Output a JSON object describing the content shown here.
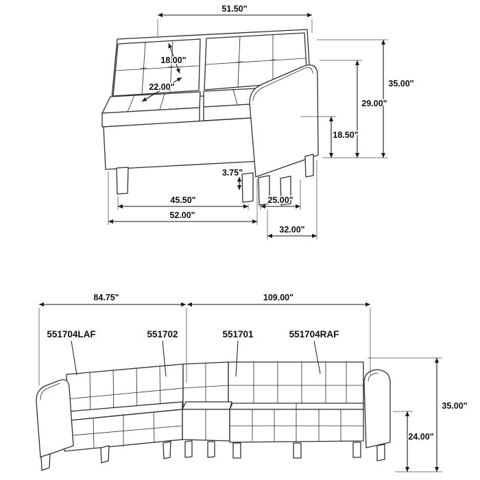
{
  "diagram": {
    "background": "#ffffff",
    "line_color": "#2d2d2d",
    "dimension_color": "#161616"
  },
  "loveseat": {
    "dims": {
      "top_width": "51.50\"",
      "back_cushion": "18.00\"",
      "seat_depth": "22.00\"",
      "overall_height": "35.00\"",
      "arm_height": "29.00\"",
      "seat_height": "18.50\"",
      "leg_height": "3.75\"",
      "seat_width": "45.50\"",
      "arm_depth": "25.00\"",
      "overall_width": "52.00\"",
      "overall_depth": "32.00\""
    }
  },
  "sectional": {
    "dims": {
      "laf_section_width": "84.75\"",
      "raf_section_width": "109.00\"",
      "overall_height": "35.00\"",
      "seat_back_height": "24.00\""
    },
    "part_labels": [
      "551704LAF",
      "551702",
      "551701",
      "551704RAF"
    ]
  }
}
